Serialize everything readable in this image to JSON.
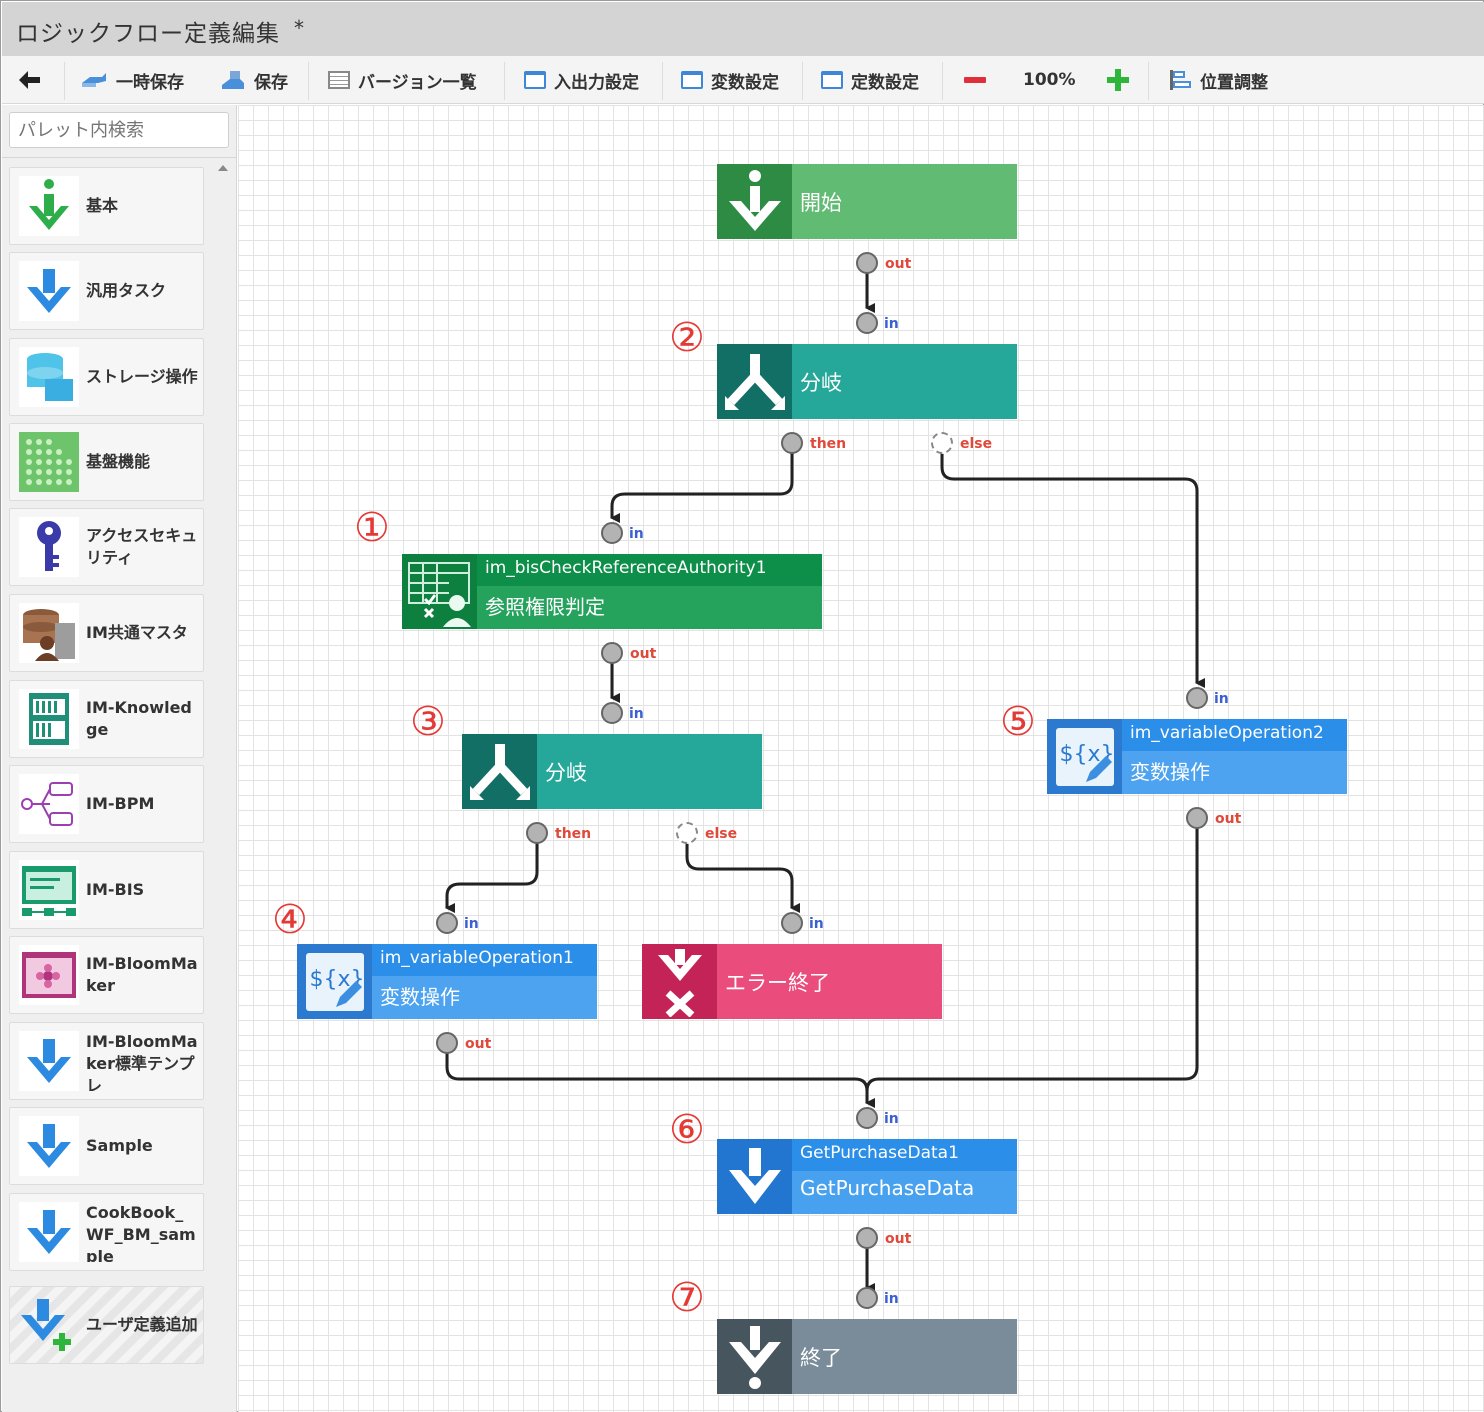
{
  "window": {
    "title": "ロジックフロー定義編集",
    "dirty_mark": "*"
  },
  "toolbar": {
    "temp_save": "一時保存",
    "save": "保存",
    "versions": "バージョン一覧",
    "io_settings": "入出力設定",
    "var_settings": "変数設定",
    "const_settings": "定数設定",
    "zoom": "100%",
    "align": "位置調整"
  },
  "sidebar": {
    "search_placeholder": "パレット内検索",
    "items": [
      {
        "label": "基本",
        "icon": "basic-arrow-icon"
      },
      {
        "label": "汎用タスク",
        "icon": "task-arrow-icon"
      },
      {
        "label": "ストレージ操作",
        "icon": "storage-icon"
      },
      {
        "label": "基盤機能",
        "icon": "grid-icon"
      },
      {
        "label": "アクセスセキュリティ",
        "icon": "key-icon"
      },
      {
        "label": "IM共通マスタ",
        "icon": "master-db-icon"
      },
      {
        "label": "IM-Knowledge",
        "icon": "knowledge-icon"
      },
      {
        "label": "IM-BPM",
        "icon": "bpm-icon"
      },
      {
        "label": "IM-BIS",
        "icon": "bis-icon"
      },
      {
        "label": "IM-BloomMaker",
        "icon": "bloommaker-icon"
      },
      {
        "label": "IM-BloomMaker標準テンプレ",
        "icon": "arrow-down-icon"
      },
      {
        "label": "Sample",
        "icon": "arrow-down-icon"
      },
      {
        "label": "CookBook_WF_BM_sample",
        "icon": "arrow-down-icon"
      },
      {
        "label": "ユーザ定義追加",
        "icon": "add-user-definition-icon"
      }
    ]
  },
  "flow": {
    "nodes": {
      "start": {
        "label": "開始"
      },
      "branch1": {
        "label": "分岐"
      },
      "auth": {
        "id": "im_bisCheckReferenceAuthority1",
        "label": "参照権限判定"
      },
      "branch2": {
        "label": "分岐"
      },
      "var1": {
        "id": "im_variableOperation1",
        "label": "変数操作"
      },
      "error_end": {
        "label": "エラー終了"
      },
      "var2": {
        "id": "im_variableOperation2",
        "label": "変数操作"
      },
      "purchase": {
        "id": "GetPurchaseData1",
        "label": "GetPurchaseData"
      },
      "end": {
        "label": "終了"
      }
    },
    "ports": {
      "in": "in",
      "out": "out",
      "then": "then",
      "else": "else"
    },
    "markers": {
      "m1": "①",
      "m2": "②",
      "m3": "③",
      "m4": "④",
      "m5": "⑤",
      "m6": "⑥",
      "m7": "⑦"
    }
  },
  "colors": {
    "start": "#62bb73",
    "start_icon": "#2e8b43",
    "branch": "#25a899",
    "branch_icon": "#126f66",
    "bis": "#25a35c",
    "bis_icon": "#0d7f3f",
    "variable": "#4da3ef",
    "variable_icon": "#2b7ad0",
    "error": "#ea4c7b",
    "error_icon": "#c32357",
    "task": "#47a1ef",
    "task_icon": "#2376d0",
    "end": "#7a8c99",
    "end_icon": "#47555f",
    "marker": "#e53935"
  }
}
